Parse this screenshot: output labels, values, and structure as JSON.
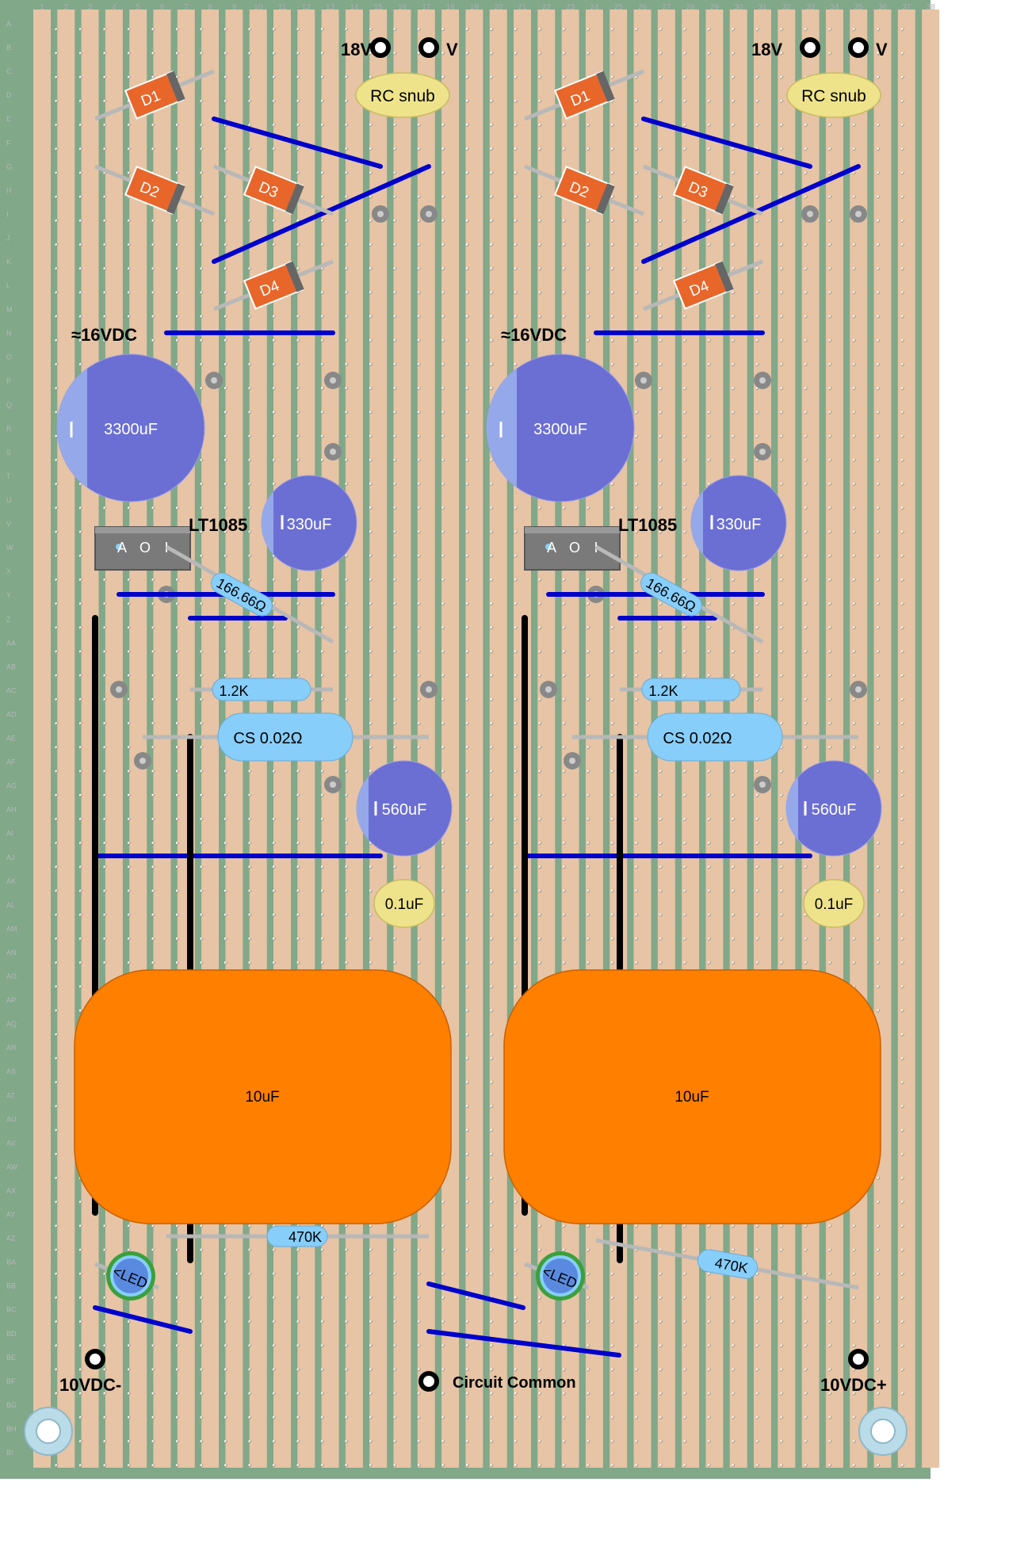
{
  "columns": [
    "1",
    "2",
    "3",
    "4",
    "5",
    "6",
    "7",
    "8",
    "9",
    "10",
    "11",
    "12",
    "13",
    "14",
    "15",
    "16",
    "17",
    "18",
    "19",
    "20",
    "21",
    "22",
    "23",
    "24",
    "25",
    "26",
    "27",
    "28",
    "29",
    "30",
    "31",
    "32",
    "33",
    "34",
    "35",
    "36",
    "37",
    "38"
  ],
  "rows": [
    "A",
    "B",
    "C",
    "D",
    "E",
    "F",
    "G",
    "H",
    "I",
    "J",
    "K",
    "L",
    "M",
    "N",
    "O",
    "P",
    "Q",
    "R",
    "S",
    "T",
    "U",
    "V",
    "W",
    "X",
    "Y",
    "Z",
    "AA",
    "AB",
    "AC",
    "AD",
    "AE",
    "AF",
    "AG",
    "AH",
    "AI",
    "AJ",
    "AK",
    "AL",
    "AM",
    "AN",
    "AO",
    "AP",
    "AQ",
    "AR",
    "AS",
    "AT",
    "AU",
    "AV",
    "AW",
    "AX",
    "AY",
    "AZ",
    "BA",
    "BB",
    "BC",
    "BD",
    "BE",
    "BF",
    "BG",
    "BH",
    "BI"
  ],
  "colors": {
    "board": "#80a889",
    "strip": "#e6c4a5",
    "jumper": "#0000cc",
    "diode": "#e8662a",
    "bulk_cap": "#6b6fd4",
    "film_cap": "#ff7f00",
    "resistor": "#87cefa",
    "ceramic_cap": "#eee38a",
    "regulator": "#7a7a7a"
  },
  "channels": [
    {
      "input_pos": "18V",
      "input_neg": "V",
      "snubber": "RC snub",
      "diodes": [
        "D1",
        "D2",
        "D3",
        "D4"
      ],
      "rail_label": "≈16VDC",
      "bulk_cap": "3300uF",
      "regulator": "LT1085",
      "regulator_pins": [
        "A",
        "O",
        "I"
      ],
      "cap_330": "330uF",
      "r_set": "166.66Ω",
      "r_adj": "1.2K",
      "r_sense": "CS 0.02Ω",
      "cap_560": "560uF",
      "cap_ceramic": "0.1uF",
      "film_cap": "10uF",
      "r_led": "470K",
      "led": "<LED"
    },
    {
      "input_pos": "18V",
      "input_neg": "V",
      "snubber": "RC snub",
      "diodes": [
        "D1",
        "D2",
        "D3",
        "D4"
      ],
      "rail_label": "≈16VDC",
      "bulk_cap": "3300uF",
      "regulator": "LT1085",
      "regulator_pins": [
        "A",
        "O",
        "I"
      ],
      "cap_330": "330uF",
      "r_set": "166.66Ω",
      "r_adj": "1.2K",
      "r_sense": "CS 0.02Ω",
      "cap_560": "560uF",
      "cap_ceramic": "0.1uF",
      "film_cap": "10uF",
      "r_led": "470K",
      "led": "<LED"
    }
  ],
  "outputs": {
    "negative": "10VDC-",
    "common": "Circuit Common",
    "positive": "10VDC+"
  }
}
